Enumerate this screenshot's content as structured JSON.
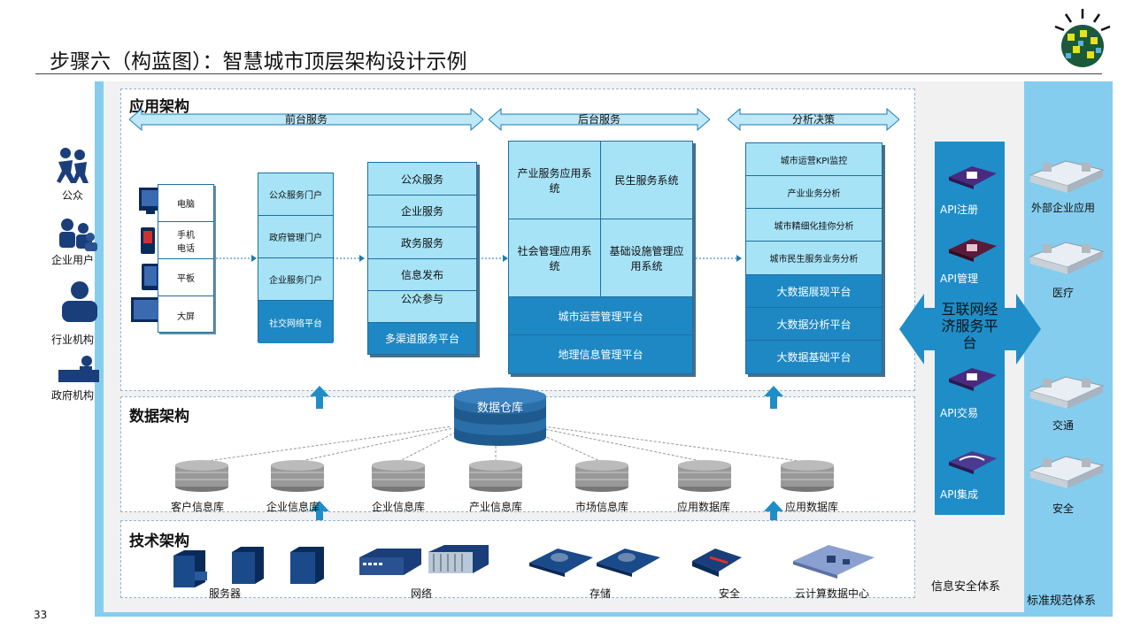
{
  "title": "步骤六（构蓝图）：智慧城市顶层架构设计示例",
  "page_number": "33",
  "users": [
    {
      "label": "公众",
      "icon": "people-icon"
    },
    {
      "label": "企业用户",
      "icon": "group-icon"
    },
    {
      "label": "行业机构",
      "icon": "person-icon"
    },
    {
      "label": "政府机构",
      "icon": "desk-icon"
    }
  ],
  "app": {
    "title": "应用架构",
    "arrows": {
      "front": "前台服务",
      "back": "后台服务",
      "analysis": "分析决策"
    },
    "devices": [
      "电脑",
      "手机\n电话",
      "平板",
      "大屏"
    ],
    "portals": [
      "公众服务门户",
      "政府管理门户",
      "企业服务门户",
      "社交网络平台"
    ],
    "services": [
      "公众服务",
      "企业服务",
      "政务服务",
      "信息发布",
      "公众参与"
    ],
    "services_platform": "多渠道服务平台",
    "backend": [
      "产业服务应用系统",
      "民生服务系统",
      "社会管理应用系统",
      "基础设施管理应用系统"
    ],
    "backend_platforms": [
      "城市运营管理平台",
      "地理信息管理平台"
    ],
    "analysis": [
      "城市运营KPI监控",
      "产业业务分析",
      "城市精细化挂你分析",
      "城市民生服务业务分析"
    ],
    "analysis_platforms": [
      "大数据展现平台",
      "大数据分析平台",
      "大数据基础平台"
    ]
  },
  "data": {
    "title": "数据架构",
    "warehouse": "数据仓库",
    "stores": [
      "客户信息库",
      "企业信息库",
      "企业信息库",
      "产业信息库",
      "市场信息库",
      "应用数据库",
      "应用数据库"
    ]
  },
  "tech": {
    "title": "技术架构",
    "labels": [
      "服务器",
      "网络",
      "存储",
      "安全",
      "云计算数据中心"
    ]
  },
  "api": {
    "items": [
      "API注册",
      "API管理",
      "API交易",
      "API集成"
    ],
    "platform": "互联网经济服务平台"
  },
  "security_system": "信息安全体系",
  "standards_system": "标准规范体系",
  "external": [
    "外部企业应用",
    "医疗",
    "交通",
    "安全"
  ],
  "colors": {
    "accent": "#1f8dc8",
    "light": "#a6e3f7",
    "standard_bg": "#84cdef"
  }
}
